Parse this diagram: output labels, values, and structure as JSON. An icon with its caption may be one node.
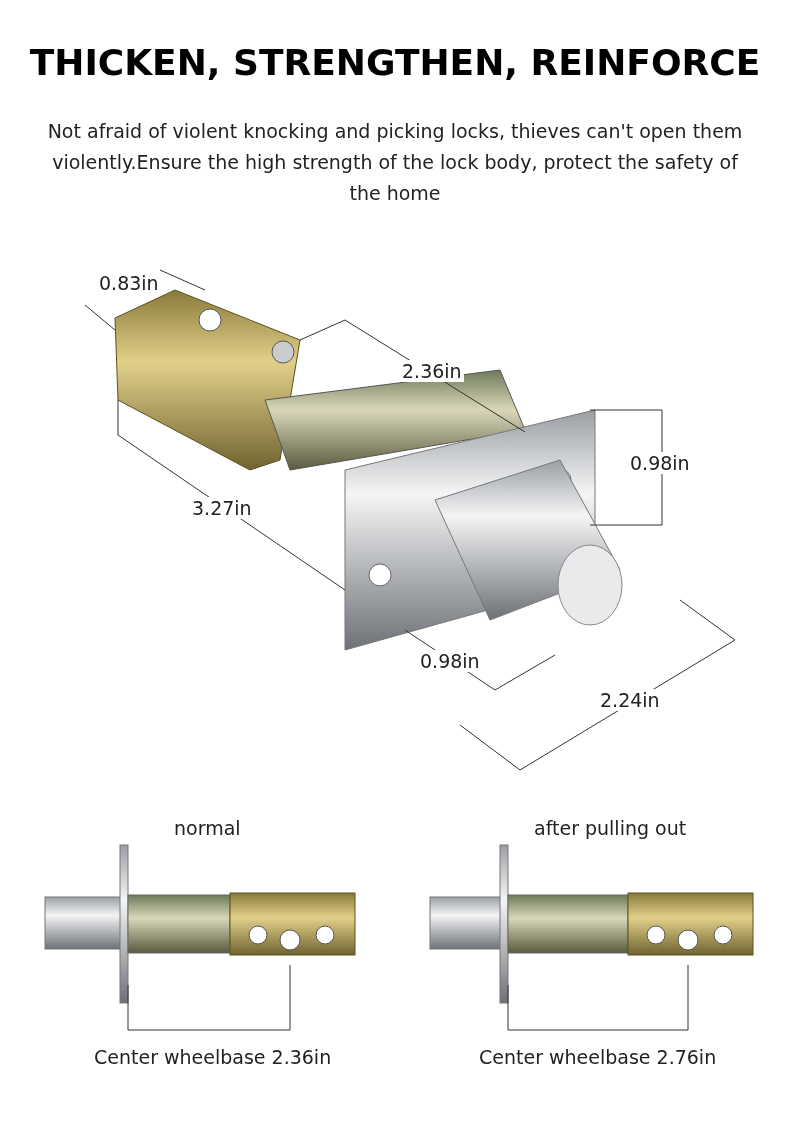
{
  "diagram": {
    "title": "THICKEN, STRENGTHEN, REINFORCE",
    "labels": [
      "Not afraid of violent knocking and picking locks, thieves can't open them violently.Ensure the high strength of the lock body, protect the safety of the home",
      "0.83in",
      "2.36in",
      "0.98in",
      "3.27in",
      "0.98in",
      "2.24in",
      "normal",
      "after pulling out",
      "Center wheelbase 2.36in",
      "Center wheelbase 2.76in"
    ]
  }
}
